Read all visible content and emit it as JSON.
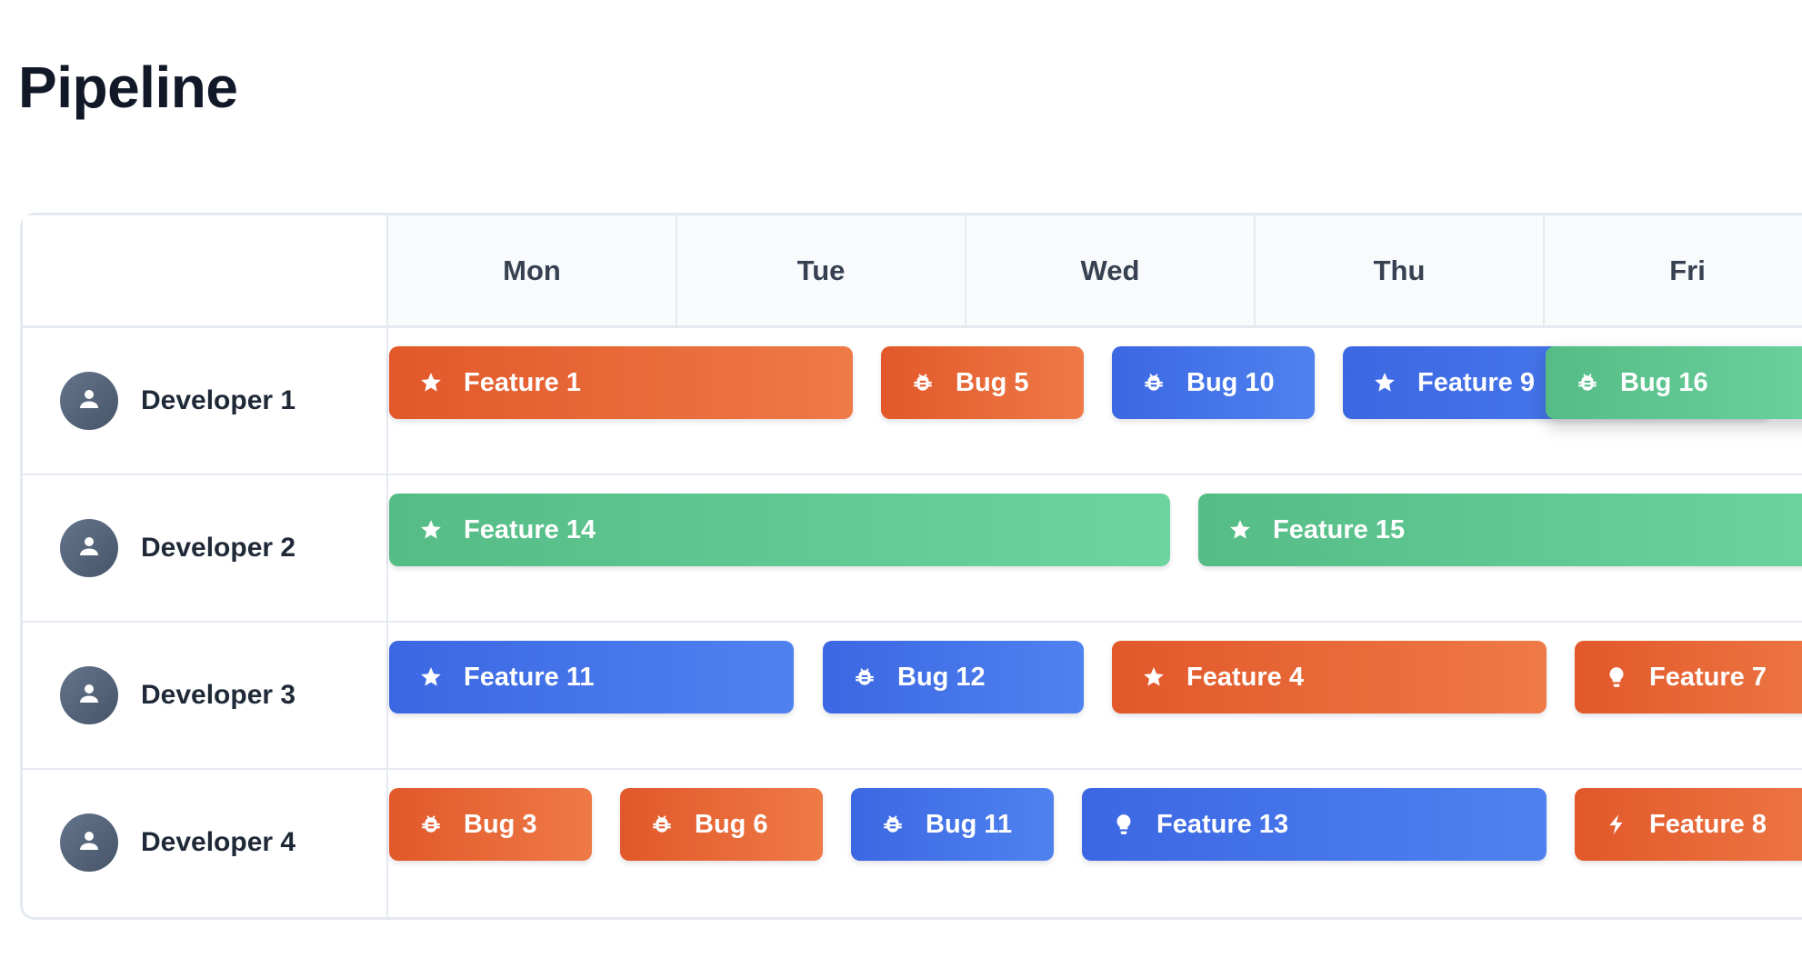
{
  "page": {
    "title": "Pipeline"
  },
  "colors": {
    "orange": "#e2582a",
    "blue": "#3c67e3",
    "green": "#55bc86",
    "border": "#e5e9f0",
    "header_bg": "#f8fafc",
    "avatar": "#475569"
  },
  "days": [
    "Mon",
    "Tue",
    "Wed",
    "Thu",
    "Fri"
  ],
  "developers": [
    {
      "name": "Developer 1",
      "avatar_icon": "user-icon",
      "tasks": [
        {
          "label": "Feature 1",
          "icon": "star-icon",
          "color": "orange"
        },
        {
          "label": "Bug 5",
          "icon": "bug-icon",
          "color": "orange"
        },
        {
          "label": "Bug 10",
          "icon": "bug-icon",
          "color": "blue"
        },
        {
          "label": "Feature 9",
          "icon": "star-icon",
          "color": "blue"
        },
        {
          "label": "Bug 16",
          "icon": "bug-icon",
          "color": "green"
        }
      ]
    },
    {
      "name": "Developer 2",
      "avatar_icon": "user-icon",
      "tasks": [
        {
          "label": "Feature 14",
          "icon": "star-icon",
          "color": "green"
        },
        {
          "label": "Feature 15",
          "icon": "star-icon",
          "color": "green"
        }
      ]
    },
    {
      "name": "Developer 3",
      "avatar_icon": "user-icon",
      "tasks": [
        {
          "label": "Feature 11",
          "icon": "star-icon",
          "color": "blue"
        },
        {
          "label": "Bug 12",
          "icon": "bug-icon",
          "color": "blue"
        },
        {
          "label": "Feature 4",
          "icon": "star-icon",
          "color": "orange"
        },
        {
          "label": "Feature 7",
          "icon": "lightbulb-icon",
          "color": "orange"
        }
      ]
    },
    {
      "name": "Developer 4",
      "avatar_icon": "user-icon",
      "tasks": [
        {
          "label": "Bug 3",
          "icon": "bug-icon",
          "color": "orange"
        },
        {
          "label": "Bug 6",
          "icon": "bug-icon",
          "color": "orange"
        },
        {
          "label": "Bug 11",
          "icon": "bug-icon",
          "color": "blue"
        },
        {
          "label": "Feature 13",
          "icon": "lightbulb-icon",
          "color": "blue"
        },
        {
          "label": "Feature 8",
          "icon": "bolt-icon",
          "color": "orange"
        }
      ]
    }
  ]
}
